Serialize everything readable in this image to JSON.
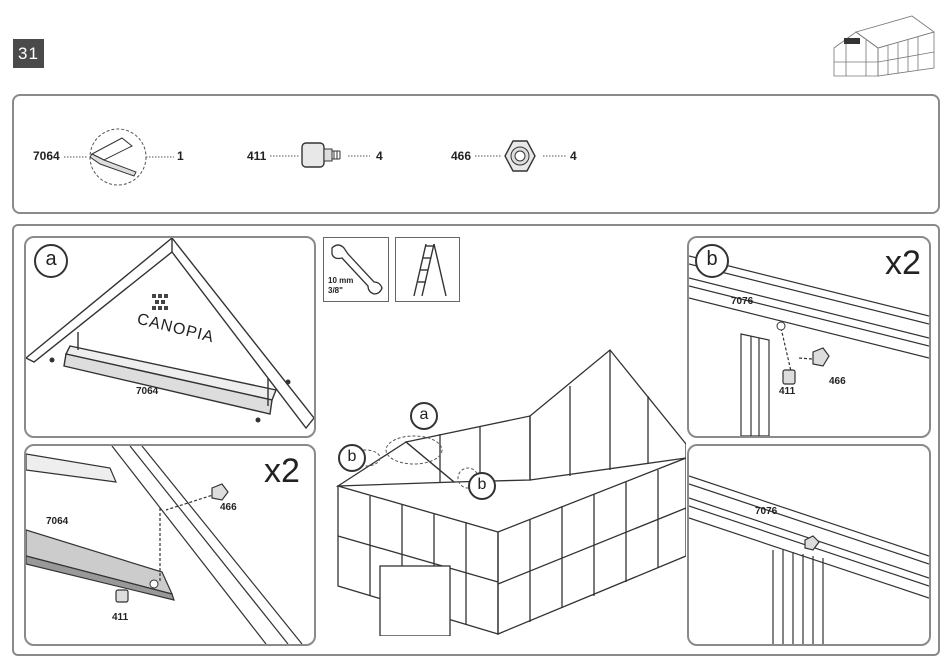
{
  "step": {
    "number": "31"
  },
  "parts": [
    {
      "code": "7064",
      "qty": "1",
      "icon": "end-cap-bracket-icon"
    },
    {
      "code": "411",
      "qty": "4",
      "icon": "square-bolt-icon"
    },
    {
      "code": "466",
      "qty": "4",
      "icon": "hex-nut-icon"
    }
  ],
  "tools": {
    "wrench_size_mm": "10 mm",
    "wrench_size_in": "3/8\"",
    "ladder_icon": "ladder-icon",
    "wrench_icon": "wrench-icon"
  },
  "details": {
    "a": {
      "badge": "a",
      "brand": "CANOPIA",
      "part": "7064"
    },
    "a2": {
      "multiplier": "x2",
      "part": "7064",
      "bolt": "411",
      "nut": "466"
    },
    "b": {
      "badge": "b",
      "multiplier": "x2",
      "part": "7076",
      "bolt": "411",
      "nut": "466"
    },
    "b2": {
      "part": "7076"
    }
  },
  "overview": {
    "callout_a": "a",
    "callout_b_left": "b",
    "callout_b_right": "b"
  }
}
